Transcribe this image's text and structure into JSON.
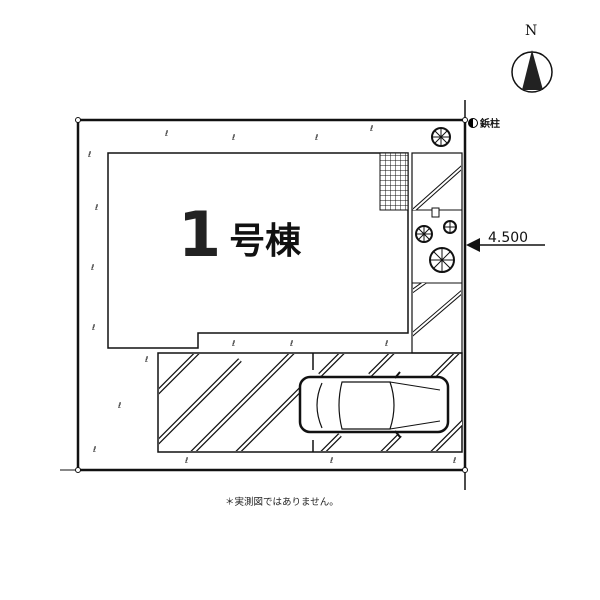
{
  "building": {
    "number": "1",
    "name": "号棟"
  },
  "compass": {
    "label": "N"
  },
  "boundary_marker": {
    "label": "鋲柱"
  },
  "road": {
    "width_label": "4.500"
  },
  "note": {
    "text": "＊実測図ではありません。"
  },
  "colors": {
    "line": "#111111",
    "background": "#ffffff"
  }
}
